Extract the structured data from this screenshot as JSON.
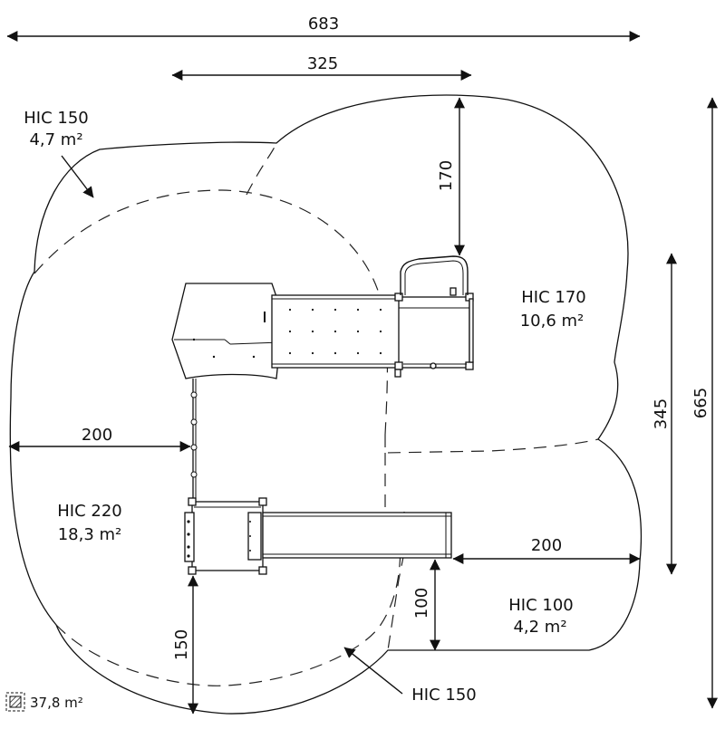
{
  "dimensions": {
    "total_width": "683",
    "platform_span": "325",
    "top_clearance": "170",
    "left_clearance": "200",
    "right_clearance": "200",
    "bottom_clearance": "150",
    "slide_clearance": "100",
    "right_height": "345",
    "total_height": "665"
  },
  "zones": {
    "top_left": {
      "hic": "HIC 150",
      "area": "4,7 m²"
    },
    "top_right": {
      "hic": "HIC 170",
      "area": "10,6 m²"
    },
    "left": {
      "hic": "HIC 220",
      "area": "18,3 m²"
    },
    "bottom_right": {
      "hic": "HIC 100",
      "area": "4,2 m²"
    },
    "bottom": {
      "hic": "HIC 150"
    }
  },
  "legend": {
    "total_area": "37,8 m²"
  },
  "icons": {
    "legend": "hatched-square-icon"
  }
}
